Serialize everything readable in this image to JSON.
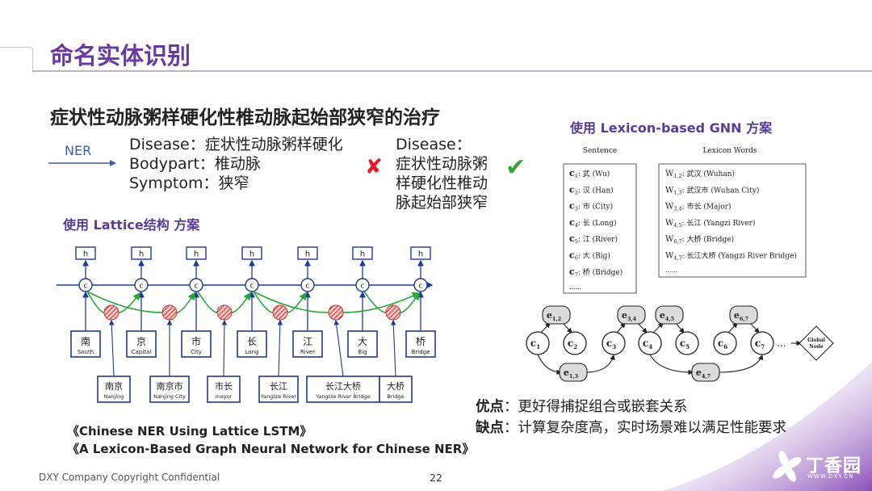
{
  "title": "命名实体识别",
  "heading": "症状性动脉粥样硬化性椎动脉起始部狭窄的治疗",
  "ner": {
    "label": "NER",
    "entities_left": [
      "Disease：症状性动脉粥样硬化",
      "Bodypart：椎动脉",
      "Symptom：狭窄"
    ],
    "wrong_mark": "✘",
    "entity_right_label": "Disease：",
    "entity_right_lines": [
      "症状性动脉粥",
      "样硬化性椎动",
      "脉起始部狭窄"
    ],
    "right_mark": "✔"
  },
  "lattice": {
    "label_prefix": "使用 ",
    "label_en": "Lattice",
    "label_suffix": "结构 方案",
    "h": "h",
    "c": "c",
    "chars": [
      {
        "zh": "南",
        "en": "South"
      },
      {
        "zh": "京",
        "en": "Capital"
      },
      {
        "zh": "市",
        "en": "City"
      },
      {
        "zh": "长",
        "en": "Long"
      },
      {
        "zh": "江",
        "en": "River"
      },
      {
        "zh": "大",
        "en": "Big"
      },
      {
        "zh": "桥",
        "en": "Bridge"
      }
    ],
    "words": [
      {
        "zh": "南京",
        "en": "Nanjing"
      },
      {
        "zh": "南京市",
        "en": "Nanjing City"
      },
      {
        "zh": "市长",
        "en": "mayor"
      },
      {
        "zh": "长江",
        "en": "Yangtze River"
      },
      {
        "zh": "长江大桥",
        "en": "Yangtze River Bridge"
      },
      {
        "zh": "大桥",
        "en": "Bridge"
      }
    ]
  },
  "gnn": {
    "label_prefix": "使用 ",
    "label_en": "Lexicon-based GNN",
    "label_suffix": " 方案",
    "sentence_header": "Sentence",
    "lexicon_header": "Lexicon Words",
    "sentence_items": [
      {
        "sym": "c",
        "sub": "1",
        "text": ": 武 (Wu)"
      },
      {
        "sym": "c",
        "sub": "2",
        "text": ": 汉 (Han)"
      },
      {
        "sym": "c",
        "sub": "3",
        "text": ": 市 (City)"
      },
      {
        "sym": "c",
        "sub": "4",
        "text": ": 长 (Long)"
      },
      {
        "sym": "c",
        "sub": "5",
        "text": ": 江 (River)"
      },
      {
        "sym": "c",
        "sub": "6",
        "text": ": 大 (Big)"
      },
      {
        "sym": "c",
        "sub": "7",
        "text": ": 桥 (Bridge)"
      }
    ],
    "sentence_more": "......",
    "lexicon_items": [
      {
        "sym": "W",
        "sub": "1,2",
        "text": ": 武汉 (Wuhan)"
      },
      {
        "sym": "W",
        "sub": "1,3",
        "text": ": 武汉市 (Wuhan City)"
      },
      {
        "sym": "W",
        "sub": "3,4",
        "text": ": 市长 (Major)"
      },
      {
        "sym": "W",
        "sub": "4,5",
        "text": ": 长江 (Yangzi River)"
      },
      {
        "sym": "W",
        "sub": "6,7",
        "text": ": 大桥 (Bridge)"
      },
      {
        "sym": "W",
        "sub": "4,7",
        "text": ": 长江大桥 (Yangzi River Bridge)"
      }
    ],
    "lexicon_more": "......",
    "nodes": [
      "1",
      "2",
      "3",
      "4",
      "5",
      "6",
      "7"
    ],
    "edges_top": [
      "1,2",
      "3,4",
      "4,5",
      "6,7"
    ],
    "edges_bottom": [
      "1,3",
      "4,7"
    ],
    "node_sym": "c",
    "edge_sym": "e",
    "ellipsis": "...",
    "global_node": [
      "Global",
      "Node"
    ]
  },
  "pros": {
    "label": "优点",
    "text": "：更好得捕捉组合或嵌套关系"
  },
  "cons": {
    "label": "缺点",
    "text": "：计算复杂度高，实时场景难以满足性能要求"
  },
  "refs": [
    "《Chinese NER Using Lattice LSTM》",
    "《A Lexicon-Based Graph Neural Network for Chinese NER》"
  ],
  "footer": "DXY Company Copyright Confidential",
  "page_number": "22",
  "logo": {
    "text": "丁香园",
    "url": "WWW.DXY.CN"
  },
  "colors": {
    "title": "#6a3aa1",
    "accent_blue": "#1f3a93",
    "lattice_green": "#2aa63a",
    "wrong": "#e31b23",
    "right": "#3aa336"
  }
}
